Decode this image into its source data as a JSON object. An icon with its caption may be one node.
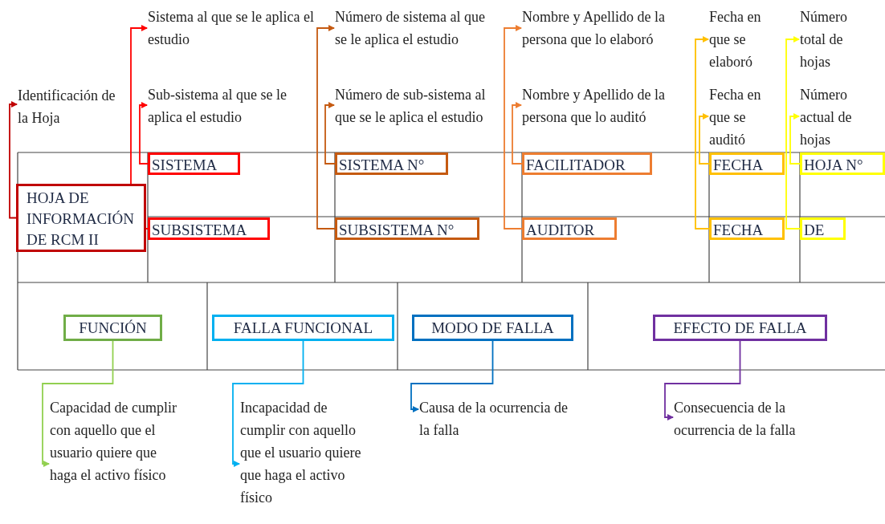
{
  "diagram": {
    "nodes": [
      {
        "text": [
          "HOJA DE INFORMACIÓN DE RCM II"
        ]
      },
      {
        "text": [
          "SISTEMA"
        ]
      },
      {
        "text": [
          "SUBSISTEMA"
        ]
      },
      {
        "text": [
          "SISTEMA N°"
        ]
      },
      {
        "text": [
          "SUBSISTEMA N°"
        ]
      },
      {
        "text": [
          "FACILITADOR"
        ]
      },
      {
        "text": [
          "AUDITOR"
        ]
      },
      {
        "text": [
          "FECHA"
        ]
      },
      {
        "text": [
          "FECHA"
        ]
      },
      {
        "text": [
          "HOJA N°"
        ]
      },
      {
        "text": [
          "DE"
        ]
      },
      {
        "text": [
          "FUNCIÓN"
        ]
      },
      {
        "text": [
          "FALLA FUNCIONAL"
        ]
      },
      {
        "text": [
          "MODO DE FALLA"
        ]
      },
      {
        "text": [
          "EFECTO DE FALLA"
        ]
      },
      {
        "text": [
          "Identificación de la Hoja"
        ]
      },
      {
        "text": [
          "Sistema al que se le aplica el estudio"
        ]
      },
      {
        "text": [
          "Sub-sistema al que se le aplica el estudio"
        ]
      },
      {
        "text": [
          "Número de sistema al que se le aplica el estudio"
        ]
      },
      {
        "text": [
          "Número de sub-sistema al que se le aplica el estudio"
        ]
      },
      {
        "text": [
          "Nombre y Apellido de la persona que lo elaboró"
        ]
      },
      {
        "text": [
          "Nombre y Apellido de la persona que lo auditó"
        ]
      },
      {
        "text": [
          "Fecha en que se elaboró"
        ]
      },
      {
        "text": [
          "Fecha en que se auditó"
        ]
      },
      {
        "text": [
          "Número total de hojas"
        ]
      },
      {
        "text": [
          "Número actual de hojas"
        ]
      },
      {
        "text": [
          "Capacidad de cumplir con aquello que el usuario quiere que haga el activo físico"
        ]
      },
      {
        "text": [
          "Incapacidad de cumplir con aquello que el usuario quiere que haga el activo físico"
        ]
      },
      {
        "text": [
          "Causa de la ocurrencia de la falla"
        ]
      },
      {
        "text": [
          "Consecuencia de la ocurrencia de la falla"
        ]
      }
    ],
    "edges": [
      {
        "from": 0,
        "to": 15,
        "arrow": "to",
        "color": "#c00000"
      },
      {
        "from": 1,
        "to": 17,
        "arrow": "to",
        "color": "#ff0000"
      },
      {
        "from": 2,
        "to": 16,
        "arrow": "to",
        "color": "#ff0000"
      },
      {
        "from": 3,
        "to": 19,
        "arrow": "to",
        "color": "#c55a11"
      },
      {
        "from": 4,
        "to": 18,
        "arrow": "to",
        "color": "#c55a11"
      },
      {
        "from": 5,
        "to": 21,
        "arrow": "to",
        "color": "#ed7d31"
      },
      {
        "from": 6,
        "to": 20,
        "arrow": "to",
        "color": "#ed7d31"
      },
      {
        "from": 7,
        "to": 23,
        "arrow": "to",
        "color": "#ffc000"
      },
      {
        "from": 8,
        "to": 22,
        "arrow": "to",
        "color": "#ffc000"
      },
      {
        "from": 9,
        "to": 25,
        "arrow": "to",
        "color": "#ffff00"
      },
      {
        "from": 10,
        "to": 24,
        "arrow": "to",
        "color": "#ffff00"
      },
      {
        "from": 11,
        "to": 26,
        "arrow": "to",
        "color": "#92d050"
      },
      {
        "from": 12,
        "to": 27,
        "arrow": "to",
        "color": "#00b0f0"
      },
      {
        "from": 13,
        "to": 28,
        "arrow": "to",
        "color": "#0070c0"
      },
      {
        "from": 14,
        "to": 29,
        "arrow": "to",
        "color": "#7030a0"
      }
    ]
  }
}
